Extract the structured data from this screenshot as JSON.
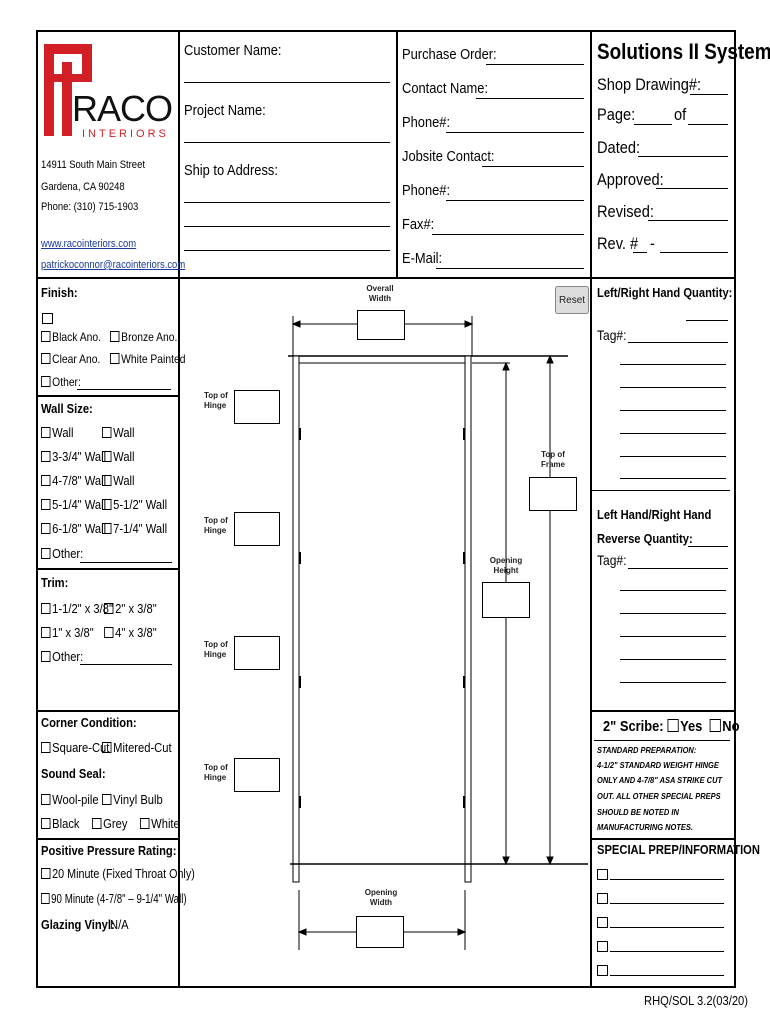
{
  "company": {
    "logo_text": "RACO",
    "logo_sub": "INTERIORS",
    "address1": "14911 South Main Street",
    "address2": "Gardena, CA 90248",
    "phone": "Phone: (310) 715-1903",
    "website": "www.racointeriors.com",
    "email": "patrickoconnor@racointeriors.com"
  },
  "customer": {
    "customer_name": "Customer Name:",
    "project_name": "Project Name:",
    "ship_to": "Ship to Address:"
  },
  "order": {
    "purchase_order": "Purchase Order:",
    "contact_name": "Contact Name:",
    "phone1": "Phone#:",
    "jobsite_contact": "Jobsite Contact:",
    "phone2": "Phone#:",
    "fax": "Fax#:",
    "email": "E-Mail:"
  },
  "system": {
    "title": "Solutions II System",
    "shop_drawing": "Shop Drawing#:",
    "page": "Page:",
    "of": "of",
    "dated": "Dated:",
    "approved": "Approved:",
    "revised": "Revised:",
    "rev": "Rev. #",
    "rev_dash": "-"
  },
  "finish": {
    "title": "Finish:",
    "black": "Black Ano.",
    "bronze": "Bronze Ano.",
    "clear": "Clear Ano.",
    "white": "White Painted",
    "other": "Other:"
  },
  "wall": {
    "title": "Wall Size:",
    "w1": "Wall",
    "w2": "Wall",
    "w3": "3-3/4\" Wall",
    "w4": "Wall",
    "w5": "4-7/8\" Wall",
    "w6": "Wall",
    "w7": "5-1/4\" Wall",
    "w8": "5-1/2\" Wall",
    "w9": "6-1/8\" Wall",
    "w10": "7-1/4\" Wall",
    "other": "Other:"
  },
  "trim": {
    "title": "Trim:",
    "t1": "1-1/2\" x 3/8\"",
    "t2": "2\" x 3/8\"",
    "t3": "1\" x 3/8\"",
    "t4": "4\" x 3/8\"",
    "other": "Other:"
  },
  "corner": {
    "title": "Corner Condition:",
    "square": "Square-Cut",
    "mitered": "Mitered-Cut"
  },
  "sound": {
    "title": "Sound Seal:",
    "wool": "Wool-pile",
    "vinyl": "Vinyl Bulb",
    "black": "Black",
    "grey": "Grey",
    "white": "White"
  },
  "pressure": {
    "title": "Positive Pressure Rating:",
    "p20": "20 Minute (Fixed Throat Only)",
    "p90": "90 Minute (4-7/8\" – 9-1/4\" Wall)"
  },
  "glazing": {
    "label": "Glazing Vinyl:",
    "value": "N/A"
  },
  "drawing": {
    "reset": "Reset",
    "overall_width_1": "Overall",
    "overall_width_2": "Width",
    "top_hinge_1": "Top of",
    "top_hinge_2": "Hinge",
    "top_frame_1": "Top of",
    "top_frame_2": "Frame",
    "opening_height_1": "Opening",
    "opening_height_2": "Height",
    "opening_width_1": "Opening",
    "opening_width_2": "Width"
  },
  "right": {
    "lr_qty": "Left/Right Hand Quantity:",
    "tag1": "Tag#:",
    "lr_reverse_1": "Left Hand/Right Hand",
    "lr_reverse_2": "Reverse Quantity:",
    "tag2": "Tag#:",
    "scribe": "2\" Scribe:",
    "yes": "Yes",
    "no": "No",
    "note1": "STANDARD PREPARATION:",
    "note2": "4-1/2\"  STANDARD  WEIGHT  HINGE",
    "note3": "ONLY  AND  4-7/8\" ASA STRIKE CUT",
    "note4": "OUT. ALL OTHER SPECIAL  PREPS",
    "note5": "SHOULD  BE  NOTED  IN",
    "note6": "MANUFACTURING NOTES.",
    "special": "SPECIAL PREP/INFORMATION"
  },
  "footer": "RHQ/SOL 3.2(03/20)"
}
